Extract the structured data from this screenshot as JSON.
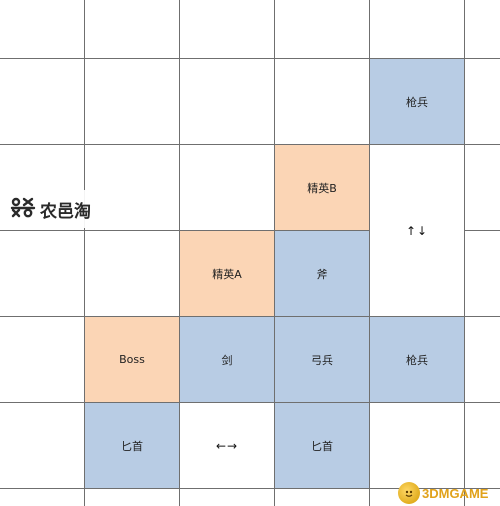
{
  "board": {
    "cells": [
      {
        "label": "枪兵",
        "kind": "blue"
      },
      {
        "label": "精英B",
        "kind": "orange"
      },
      {
        "label": "↑↓",
        "kind": "arrow-white"
      },
      {
        "label": "精英A",
        "kind": "orange"
      },
      {
        "label": "斧",
        "kind": "blue"
      },
      {
        "label": "Boss",
        "kind": "orange"
      },
      {
        "label": "剑",
        "kind": "blue"
      },
      {
        "label": "弓兵",
        "kind": "blue"
      },
      {
        "label": "枪兵",
        "kind": "blue"
      },
      {
        "label": "匕首",
        "kind": "blue"
      },
      {
        "label": "←→",
        "kind": "arrow-white"
      },
      {
        "label": "匕首",
        "kind": "blue"
      }
    ]
  },
  "watermarks": {
    "left_text": "农邑淘",
    "right_text": "3DMGAME"
  },
  "colors": {
    "blue": "#b8cce4",
    "orange": "#fbd5b5",
    "grid": "#6f6f6f"
  }
}
